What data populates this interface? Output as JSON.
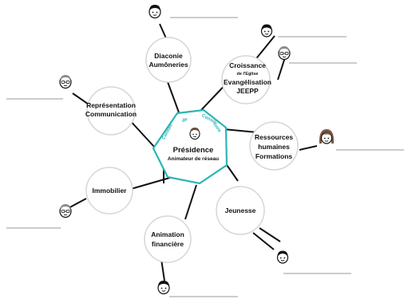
{
  "center": {
    "title": "Présidence",
    "subtitle": "Animateur de réseau",
    "arc_words": [
      "Conseil",
      "de",
      "Consis-",
      "-toire"
    ]
  },
  "nodes": [
    {
      "id": "diaconie",
      "lines": [
        "Diaconie",
        "Aumôneries"
      ]
    },
    {
      "id": "croissance",
      "lines": [
        "Croissance",
        "de l'Eglise",
        "Evangélisation",
        "JEEPP"
      ]
    },
    {
      "id": "ressources",
      "lines": [
        "Ressources",
        "humaines",
        "Formations"
      ]
    },
    {
      "id": "jeunesse",
      "lines": [
        "Jeunesse"
      ]
    },
    {
      "id": "animation",
      "lines": [
        "Animation",
        "financière"
      ]
    },
    {
      "id": "immobilier",
      "lines": [
        "Immobilier"
      ]
    },
    {
      "id": "representation",
      "lines": [
        "Représentation",
        "Communication"
      ]
    }
  ],
  "colors": {
    "heptagon": "#2bb5b5",
    "lines": "#111111",
    "circle_stroke": "#d6d6d6",
    "placeholder": "#9a9a9a"
  },
  "icons": [
    "person-face-icon",
    "person-face-glasses-icon",
    "person-face-long-hair-icon"
  ]
}
